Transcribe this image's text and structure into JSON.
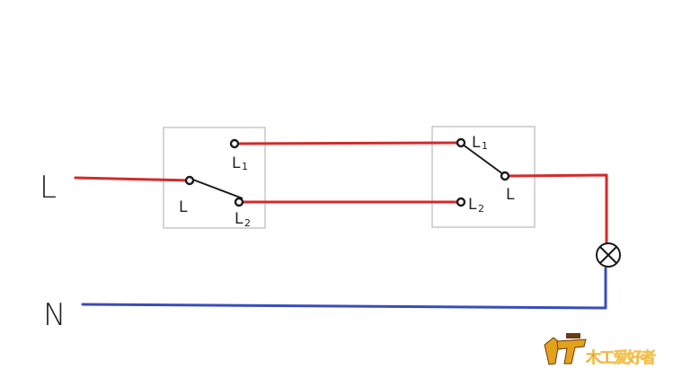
{
  "colors": {
    "live_wire": "#d42a2a",
    "neutral_wire": "#3a4db8",
    "switch_box_border": "#b9b9b9",
    "switch_box_fill": "#ffffff",
    "ink": "#1a1a1a",
    "logo_primary": "#e2a21b",
    "logo_secondary": "#c8102e"
  },
  "labels": {
    "line_in": "L",
    "neutral_in": "N"
  },
  "switch1": {
    "terminal_common": "L",
    "terminal_1": "L",
    "terminal_1_sub": "1",
    "terminal_2": "L",
    "terminal_2_sub": "2"
  },
  "switch2": {
    "terminal_common": "L",
    "terminal_1": "L",
    "terminal_1_sub": "1",
    "terminal_2": "L",
    "terminal_2_sub": "2"
  },
  "lamp": {
    "icon": "lamp-symbol-icon"
  },
  "logo": {
    "icon": "carpenter-logo-icon",
    "text": "木工爱好者"
  }
}
